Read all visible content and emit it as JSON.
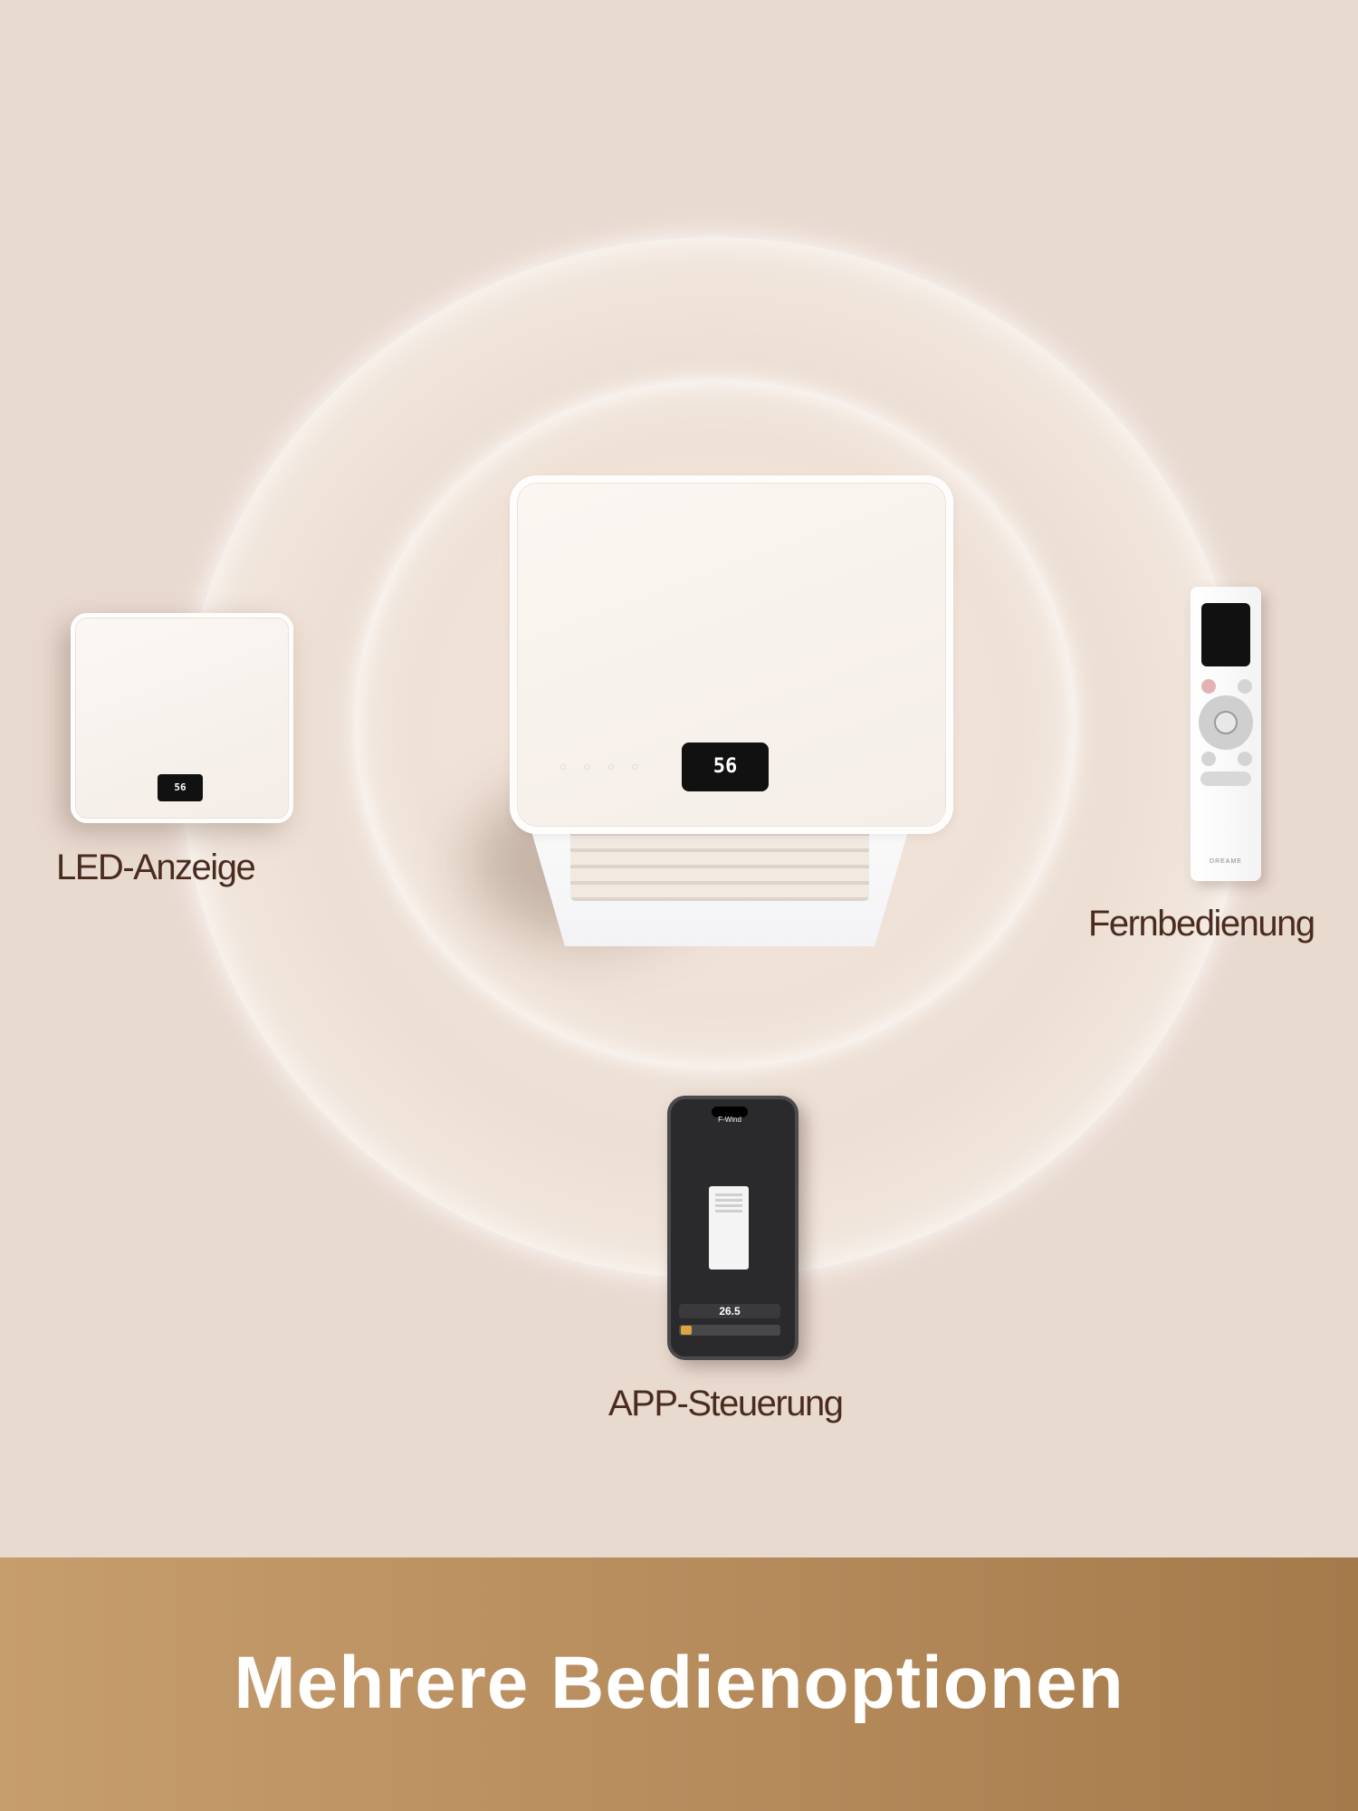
{
  "labels": {
    "led": "LED-Anzeige",
    "remote": "Fernbedienung",
    "app": "APP-Steuerung"
  },
  "devices": {
    "ac_display": "56",
    "panel_display": "56",
    "remote_brand": "DREAME",
    "phone_title": "F-Wind",
    "phone_temperature": "26.5"
  },
  "banner": {
    "title": "Mehrere Bedienoptionen"
  },
  "colors": {
    "background": "#e9dad0",
    "label_text": "#4a2c1f",
    "banner_start": "#c69d6d",
    "banner_end": "#a47a4b",
    "banner_text": "#ffffff"
  }
}
